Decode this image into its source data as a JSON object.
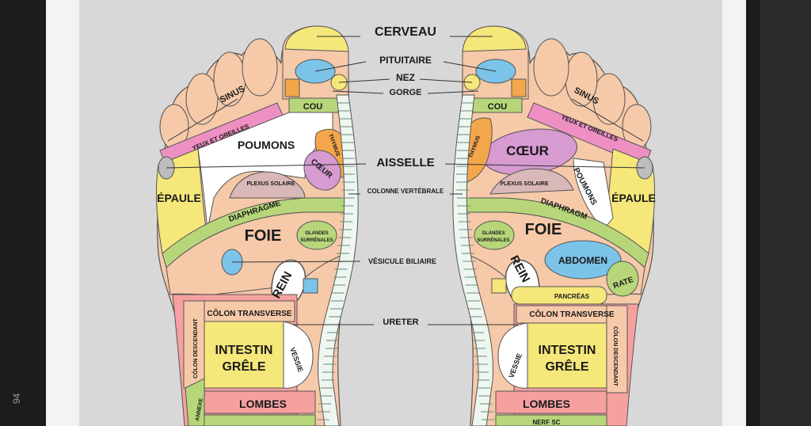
{
  "center_labels": {
    "brain": "CERVEAU",
    "pituitary": "PITUITAIRE",
    "nose": "NEZ",
    "throat": "GORGE",
    "armpit": "AISSELLE",
    "spine": "COLONNE VERTÉBRALE",
    "gallbladder": "VÉSICULE BILIAIRE",
    "ureter": "URETER"
  },
  "left_foot": {
    "sinus": "SINUS",
    "eyes_ears": "YEUX ET OREILLES",
    "neck": "COU",
    "lungs": "POUMONS",
    "thymus": "THYMUS",
    "heart": "CŒUR",
    "shoulder": "ÉPAULE",
    "solar_plexus": "PLEXUS SOLAIRE",
    "diaphragm": "DIAPHRAGME",
    "liver": "FOIE",
    "adrenal_1": "GLANDES",
    "adrenal_2": "SURRÉNALES",
    "kidney": "REIN",
    "transverse_colon": "CÔLON TRANSVERSE",
    "descending_colon": "CÔLON DESCENDANT",
    "small_intestine_1": "INTESTIN",
    "small_intestine_2": "GRÊLE",
    "bladder": "VESSIE",
    "appendix": "ANNEXE",
    "lumbar": "LOMBES"
  },
  "right_foot": {
    "sinus": "SINUS",
    "eyes_ears": "YEUX ET OREILLES",
    "neck": "COU",
    "thymus": "THYMUS",
    "heart": "CŒUR",
    "lungs": "POUMONS",
    "shoulder": "ÉPAULE",
    "solar_plexus": "PLEXUS SOLAIRE",
    "diaphragm": "DIAPHRAGM",
    "liver": "FOIE",
    "adrenal_1": "GLANDES",
    "adrenal_2": "SURRÉNALES",
    "abdomen": "ABDOMEN",
    "kidney": "REIN",
    "spleen": "RATE",
    "pancreas": "PANCRÉAS",
    "transverse_colon": "CÔLON TRANSVERSE",
    "descending_colon": "CÔLON DESCENDANT",
    "small_intestine_1": "INTESTIN",
    "small_intestine_2": "GRÊLE",
    "bladder": "VESSIE",
    "lumbar": "LOMBES",
    "sciatic_partial": "NERF SC"
  },
  "side_id": "94",
  "colors": {
    "skin": "#f6c9a9",
    "yellow": "#f5e77a",
    "green": "#b7d67a",
    "pink": "#ee8fc2",
    "purple": "#d79ad1",
    "blue": "#7cc3ea",
    "orange": "#f4a64a",
    "white": "#ffffff",
    "salmon": "#f7a0a0",
    "grey": "#bdbdbd",
    "mauve": "#d9b8b8"
  }
}
